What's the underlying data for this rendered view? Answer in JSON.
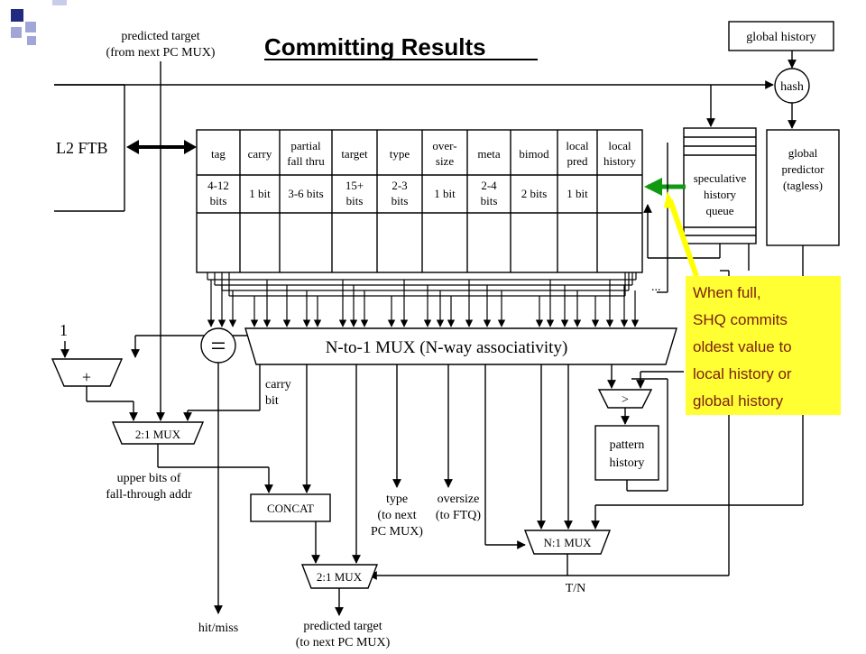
{
  "title": "Committing Results",
  "labels": {
    "predicted_target_top": [
      "predicted target",
      "(from next PC MUX)"
    ],
    "global_history": "global history",
    "hash": "hash",
    "l2_ftb": "L2 FTB",
    "shq": [
      "speculative",
      "history",
      "queue"
    ],
    "global_predictor": [
      "global",
      "predictor",
      "(tagless)"
    ],
    "one": "1",
    "plus": "+",
    "equals": "=",
    "main_mux": "N-to-1 MUX (N-way associativity)",
    "carry_bit": [
      "carry",
      "bit"
    ],
    "comparator": ">",
    "pattern_history": [
      "pattern",
      "history"
    ],
    "mux_2to1_top": "2:1 MUX",
    "upper_bits": [
      "upper bits of",
      "fall-through addr"
    ],
    "concat": "CONCAT",
    "type_out": [
      "type",
      "(to next",
      "PC MUX)"
    ],
    "oversize_out": [
      "oversize",
      "(to FTQ)"
    ],
    "n1_mux": "N:1 MUX",
    "tn": "T/N",
    "mux_2to1_bottom": "2:1 MUX",
    "hit_miss": "hit/miss",
    "predicted_target_bottom": [
      "predicted target",
      "(to next PC MUX)"
    ],
    "ellipsis": "..."
  },
  "table": {
    "headers": [
      [
        "tag"
      ],
      [
        "carry"
      ],
      [
        "partial",
        "fall thru"
      ],
      [
        "target"
      ],
      [
        "type"
      ],
      [
        "over-",
        "size"
      ],
      [
        "meta"
      ],
      [
        "bimod"
      ],
      [
        "local",
        "pred"
      ],
      [
        "local",
        "history"
      ]
    ],
    "sizes": [
      [
        "4-12",
        "bits"
      ],
      [
        "1 bit"
      ],
      [
        "3-6 bits"
      ],
      [
        "15+",
        "bits"
      ],
      [
        "2-3",
        "bits"
      ],
      [
        "1 bit"
      ],
      [
        "2-4",
        "bits"
      ],
      [
        "2 bits"
      ],
      [
        "1 bit"
      ],
      [
        ""
      ]
    ]
  },
  "annotation": [
    "When full,",
    "SHQ commits",
    "oldest value to",
    "local history or",
    "global history"
  ],
  "colors": {
    "annotation_bg": "#ffff33",
    "annotation_text": "#7a1f12",
    "pointer": "#ffff00",
    "green_arrow": "#119911",
    "logo_blue": "#1f2a80",
    "logo_light": "#a0a6d8"
  }
}
